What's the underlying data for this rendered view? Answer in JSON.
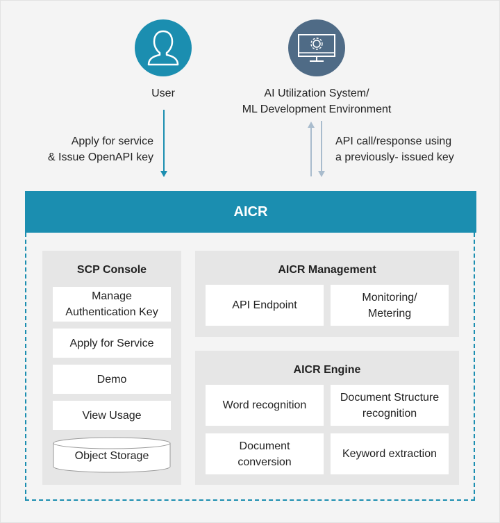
{
  "actors": {
    "user": {
      "label": "User",
      "icon": "user-icon"
    },
    "system": {
      "label_line1": "AI Utilization System/",
      "label_line2": "ML Development Environment",
      "icon": "monitor-icon"
    }
  },
  "flows": {
    "user_flow": {
      "line1": "Apply for service",
      "line2": "& Issue OpenAPI key"
    },
    "system_flow": {
      "line1": "API call/response using",
      "line2": "a previously- issued key"
    }
  },
  "main": {
    "title": "AICR"
  },
  "scp_console": {
    "title": "SCP Console",
    "items": [
      {
        "line1": "Manage",
        "line2": "Authentication Key"
      },
      {
        "line1": "Apply for Service"
      },
      {
        "line1": "Demo"
      },
      {
        "line1": "View Usage"
      }
    ],
    "storage": "Object Storage"
  },
  "management": {
    "title": "AICR Management",
    "items": [
      {
        "line1": "API Endpoint"
      },
      {
        "line1": "Monitoring/",
        "line2": "Metering"
      }
    ]
  },
  "engine": {
    "title": "AICR Engine",
    "items": [
      {
        "line1": "Word recognition"
      },
      {
        "line1": "Document Structure",
        "line2": "recognition"
      },
      {
        "line1": "Document",
        "line2": "conversion"
      },
      {
        "line1": "Keyword extraction"
      }
    ]
  },
  "colors": {
    "user_circle": "#1b8eb0",
    "system_circle": "#4f6b86",
    "accent": "#1b8eb0",
    "arrow_light": "#a9bccd",
    "panel": "#e6e6e6",
    "background": "#f4f4f4"
  }
}
